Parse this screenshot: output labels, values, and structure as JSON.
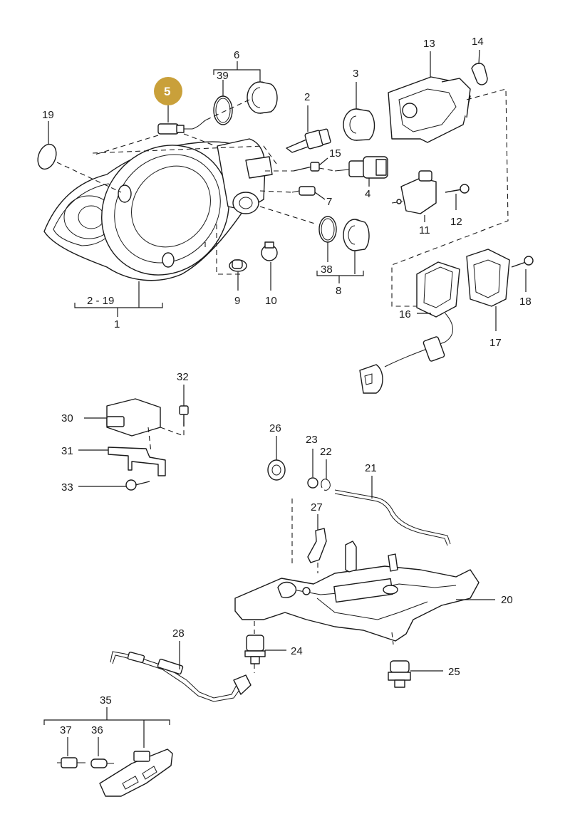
{
  "highlight": {
    "label": "5",
    "color": "#c9a03a"
  },
  "callouts": {
    "c1": "1",
    "c2_19": "2 - 19",
    "c2": "2",
    "c3": "3",
    "c4": "4",
    "c6": "6",
    "c7": "7",
    "c8": "8",
    "c9": "9",
    "c10": "10",
    "c11": "11",
    "c12": "12",
    "c13": "13",
    "c14": "14",
    "c15": "15",
    "c16": "16",
    "c17": "17",
    "c18": "18",
    "c19": "19",
    "c20": "20",
    "c21": "21",
    "c22": "22",
    "c23": "23",
    "c24": "24",
    "c25": "25",
    "c26": "26",
    "c27": "27",
    "c28": "28",
    "c30": "30",
    "c31": "31",
    "c32": "32",
    "c33": "33",
    "c35": "35",
    "c36": "36",
    "c37": "37",
    "c38": "38",
    "c39": "39"
  }
}
